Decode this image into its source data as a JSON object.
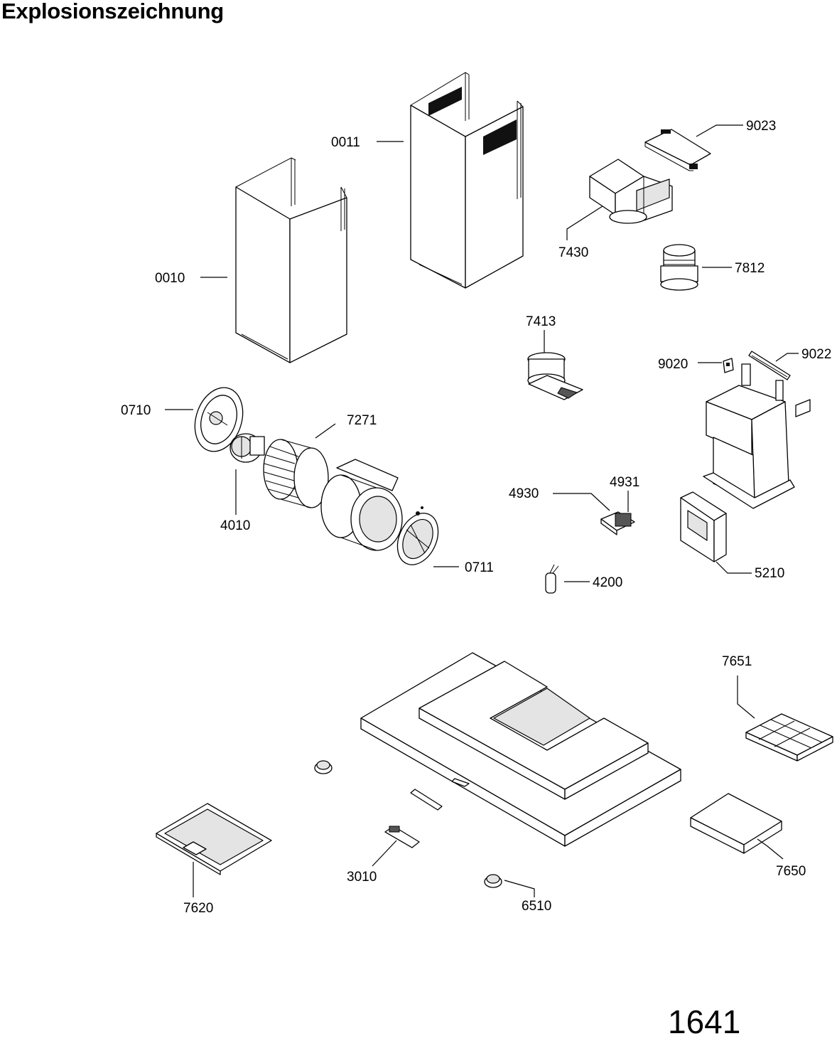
{
  "title": "Explosionszeichnung",
  "page_number": "1641",
  "parts": {
    "p0010": "0010",
    "p0011": "0011",
    "p9023": "9023",
    "p7430": "7430",
    "p7812": "7812",
    "p7413": "7413",
    "p9020": "9020",
    "p9022": "9022",
    "p0710": "0710",
    "p7271": "7271",
    "p4010": "4010",
    "p0711": "0711",
    "p4930": "4930",
    "p4931": "4931",
    "p5210": "5210",
    "p4200": "4200",
    "p7651": "7651",
    "p7650": "7650",
    "p7620": "7620",
    "p3010": "3010",
    "p6510": "6510"
  }
}
